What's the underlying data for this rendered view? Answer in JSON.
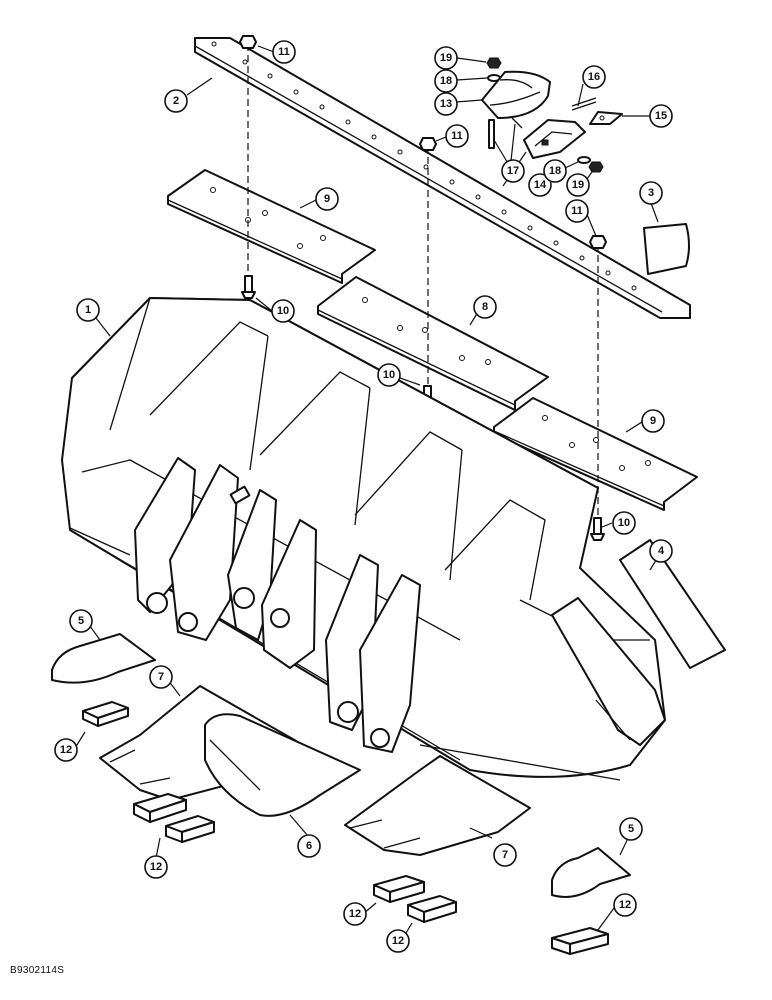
{
  "diagram": {
    "reference_code": "B9302114S",
    "callouts": {
      "c1": "1",
      "c2": "2",
      "c3": "3",
      "c4": "4",
      "c5a": "5",
      "c5b": "5",
      "c6": "6",
      "c7a": "7",
      "c7b": "7",
      "c8": "8",
      "c9a": "9",
      "c9b": "9",
      "c10a": "10",
      "c10b": "10",
      "c10c": "10",
      "c11a": "11",
      "c11b": "11",
      "c11c": "11",
      "c12a": "12",
      "c12b": "12",
      "c12c": "12",
      "c12d": "12",
      "c12e": "12",
      "c13": "13",
      "c14": "14",
      "c15": "15",
      "c16": "16",
      "c17": "17",
      "c18a": "18",
      "c18b": "18",
      "c19a": "19",
      "c19b": "19"
    }
  }
}
